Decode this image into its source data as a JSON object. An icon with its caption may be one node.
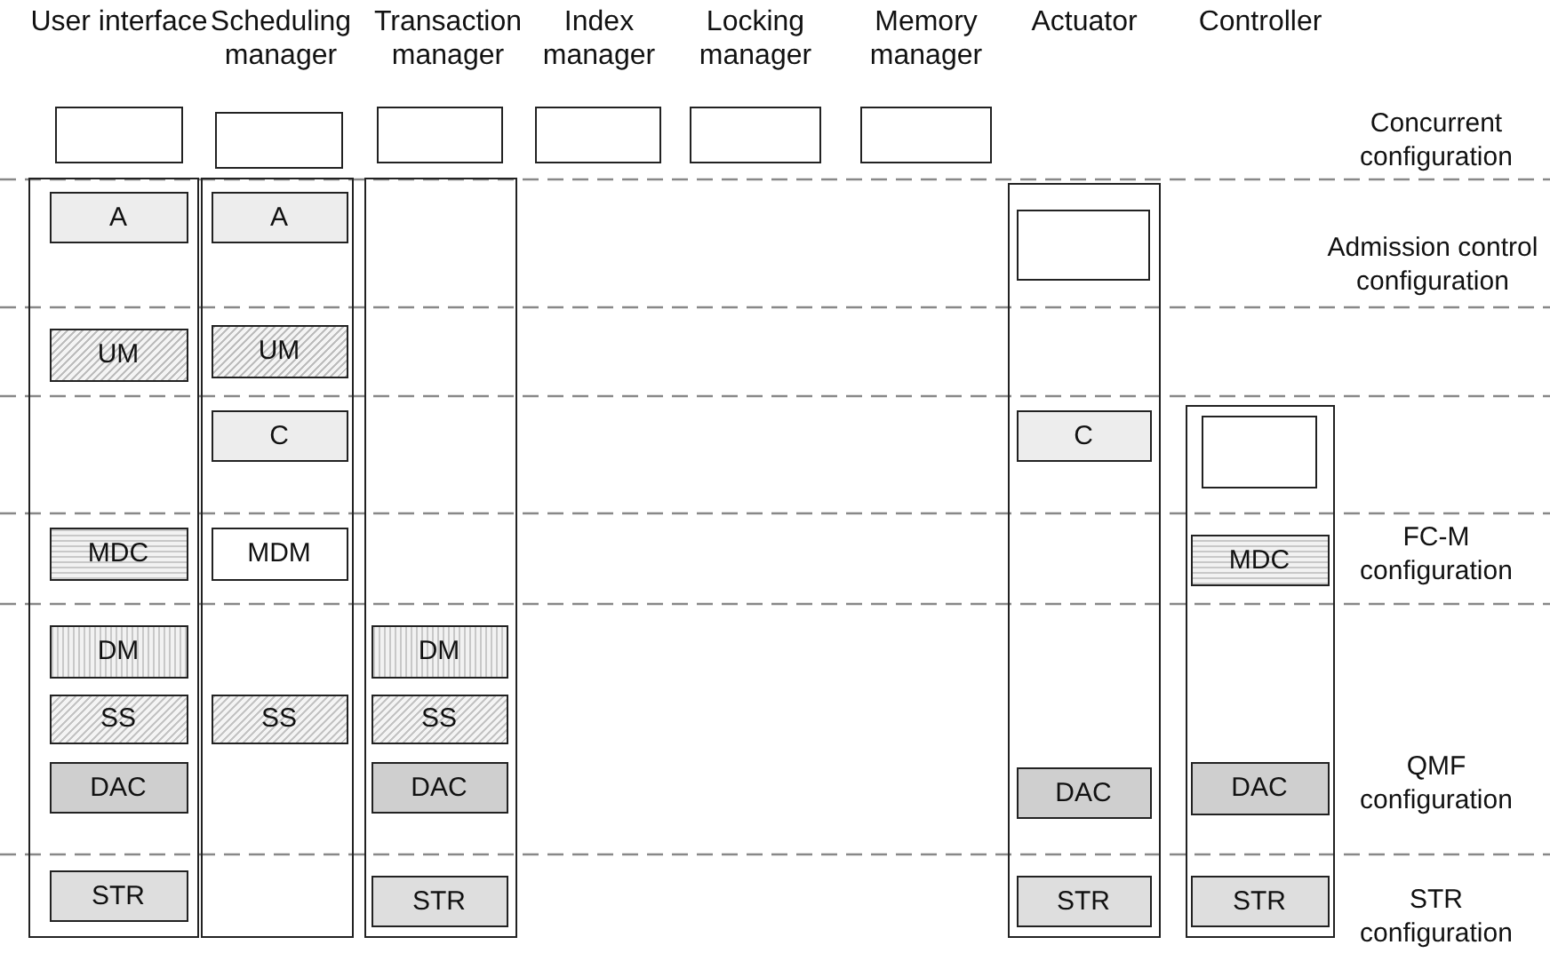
{
  "diagram": {
    "nodes": [
      {
        "text": [
          "User interface"
        ]
      },
      {
        "text": [],
        "shape": "box"
      },
      {
        "text": [
          "A"
        ],
        "in": 1
      },
      {
        "text": [
          "UM"
        ],
        "in": 1
      },
      {
        "text": [
          "MDC"
        ],
        "in": 1
      },
      {
        "text": [
          "DM"
        ],
        "in": 1
      },
      {
        "text": [
          "SS"
        ],
        "in": 1
      },
      {
        "text": [
          "DAC"
        ],
        "in": 1
      },
      {
        "text": [
          "STR"
        ],
        "in": 1
      },
      {
        "text": [
          "Scheduling manager"
        ]
      },
      {
        "text": [],
        "shape": "box"
      },
      {
        "text": [
          "A"
        ],
        "in": 10
      },
      {
        "text": [
          "UM"
        ],
        "in": 10
      },
      {
        "text": [
          "C"
        ],
        "in": 10
      },
      {
        "text": [
          "MDM"
        ],
        "in": 10
      },
      {
        "text": [
          "SS"
        ],
        "in": 10
      },
      {
        "text": [
          "Transaction manager"
        ]
      },
      {
        "text": [],
        "shape": "box"
      },
      {
        "text": [
          "DM"
        ],
        "in": 17
      },
      {
        "text": [
          "SS"
        ],
        "in": 17
      },
      {
        "text": [
          "DAC"
        ],
        "in": 17
      },
      {
        "text": [
          "STR"
        ],
        "in": 17
      },
      {
        "text": [
          "Index manager"
        ]
      },
      {
        "text": [
          "Locking manager"
        ]
      },
      {
        "text": [
          "Memory manager"
        ]
      },
      {
        "text": [],
        "shape": "box"
      },
      {
        "text": [],
        "shape": "box",
        "in": 25
      },
      {
        "text": [
          "C"
        ],
        "in": 25
      },
      {
        "text": [
          "DAC"
        ],
        "in": 25
      },
      {
        "text": [
          "STR"
        ],
        "in": 25
      },
      {
        "text": [],
        "shape": "box"
      },
      {
        "text": [],
        "shape": "box",
        "in": 30
      },
      {
        "text": [
          "MDC"
        ],
        "in": 30
      },
      {
        "text": [
          "DAC"
        ],
        "in": 30
      },
      {
        "text": [
          "STR"
        ],
        "in": 30
      }
    ],
    "labels": [
      "Actuator",
      "Controller",
      "Concurrent configuration",
      "Admission control configuration",
      "FC-M configuration",
      "QMF configuration",
      "STR configuration"
    ]
  }
}
